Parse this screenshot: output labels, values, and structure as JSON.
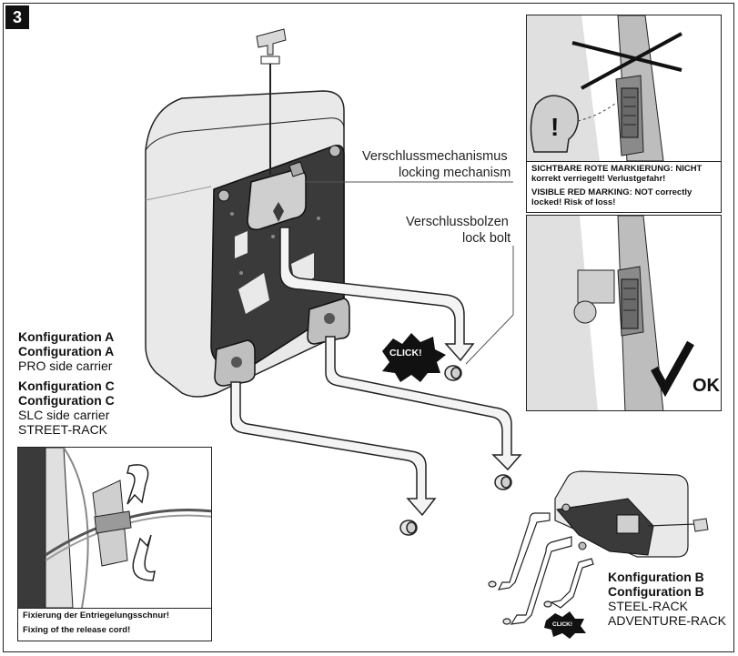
{
  "step_number": "3",
  "labels": {
    "locking_mechanism_de": "Verschlussmechanismus",
    "locking_mechanism_en": "locking mechanism",
    "lock_bolt_de": "Verschlussbolzen",
    "lock_bolt_en": "lock bolt",
    "click": "CLICK!"
  },
  "config_ac": {
    "title_a_de": "Konfiguration A",
    "title_a_en": "Configuration A",
    "carrier_a": "PRO side carrier",
    "title_c_de": "Konfiguration C",
    "title_c_en": "Configuration C",
    "carrier_c": "SLC side carrier",
    "rack_c": "STREET-RACK"
  },
  "config_b": {
    "title_de": "Konfiguration B",
    "title_en": "Configuration B",
    "rack_1": "STEEL-RACK",
    "rack_2": "ADVENTURE-RACK"
  },
  "warning_panel": {
    "text_de": "SICHTBARE ROTE MARKIERUNG: NICHT korrekt verriegelt! Verlustgefahr!",
    "text_en": "VISIBLE RED MARKING: NOT correctly locked! Risk of loss!"
  },
  "ok_panel": {
    "label": "OK"
  },
  "cord_panel": {
    "text_de": "Fixierung der Entriegelungsschnur!",
    "text_en": "Fixing of the release cord!"
  },
  "colors": {
    "plate": "#3a3a3a",
    "case": "#e6e6e6",
    "outline": "#222222"
  }
}
